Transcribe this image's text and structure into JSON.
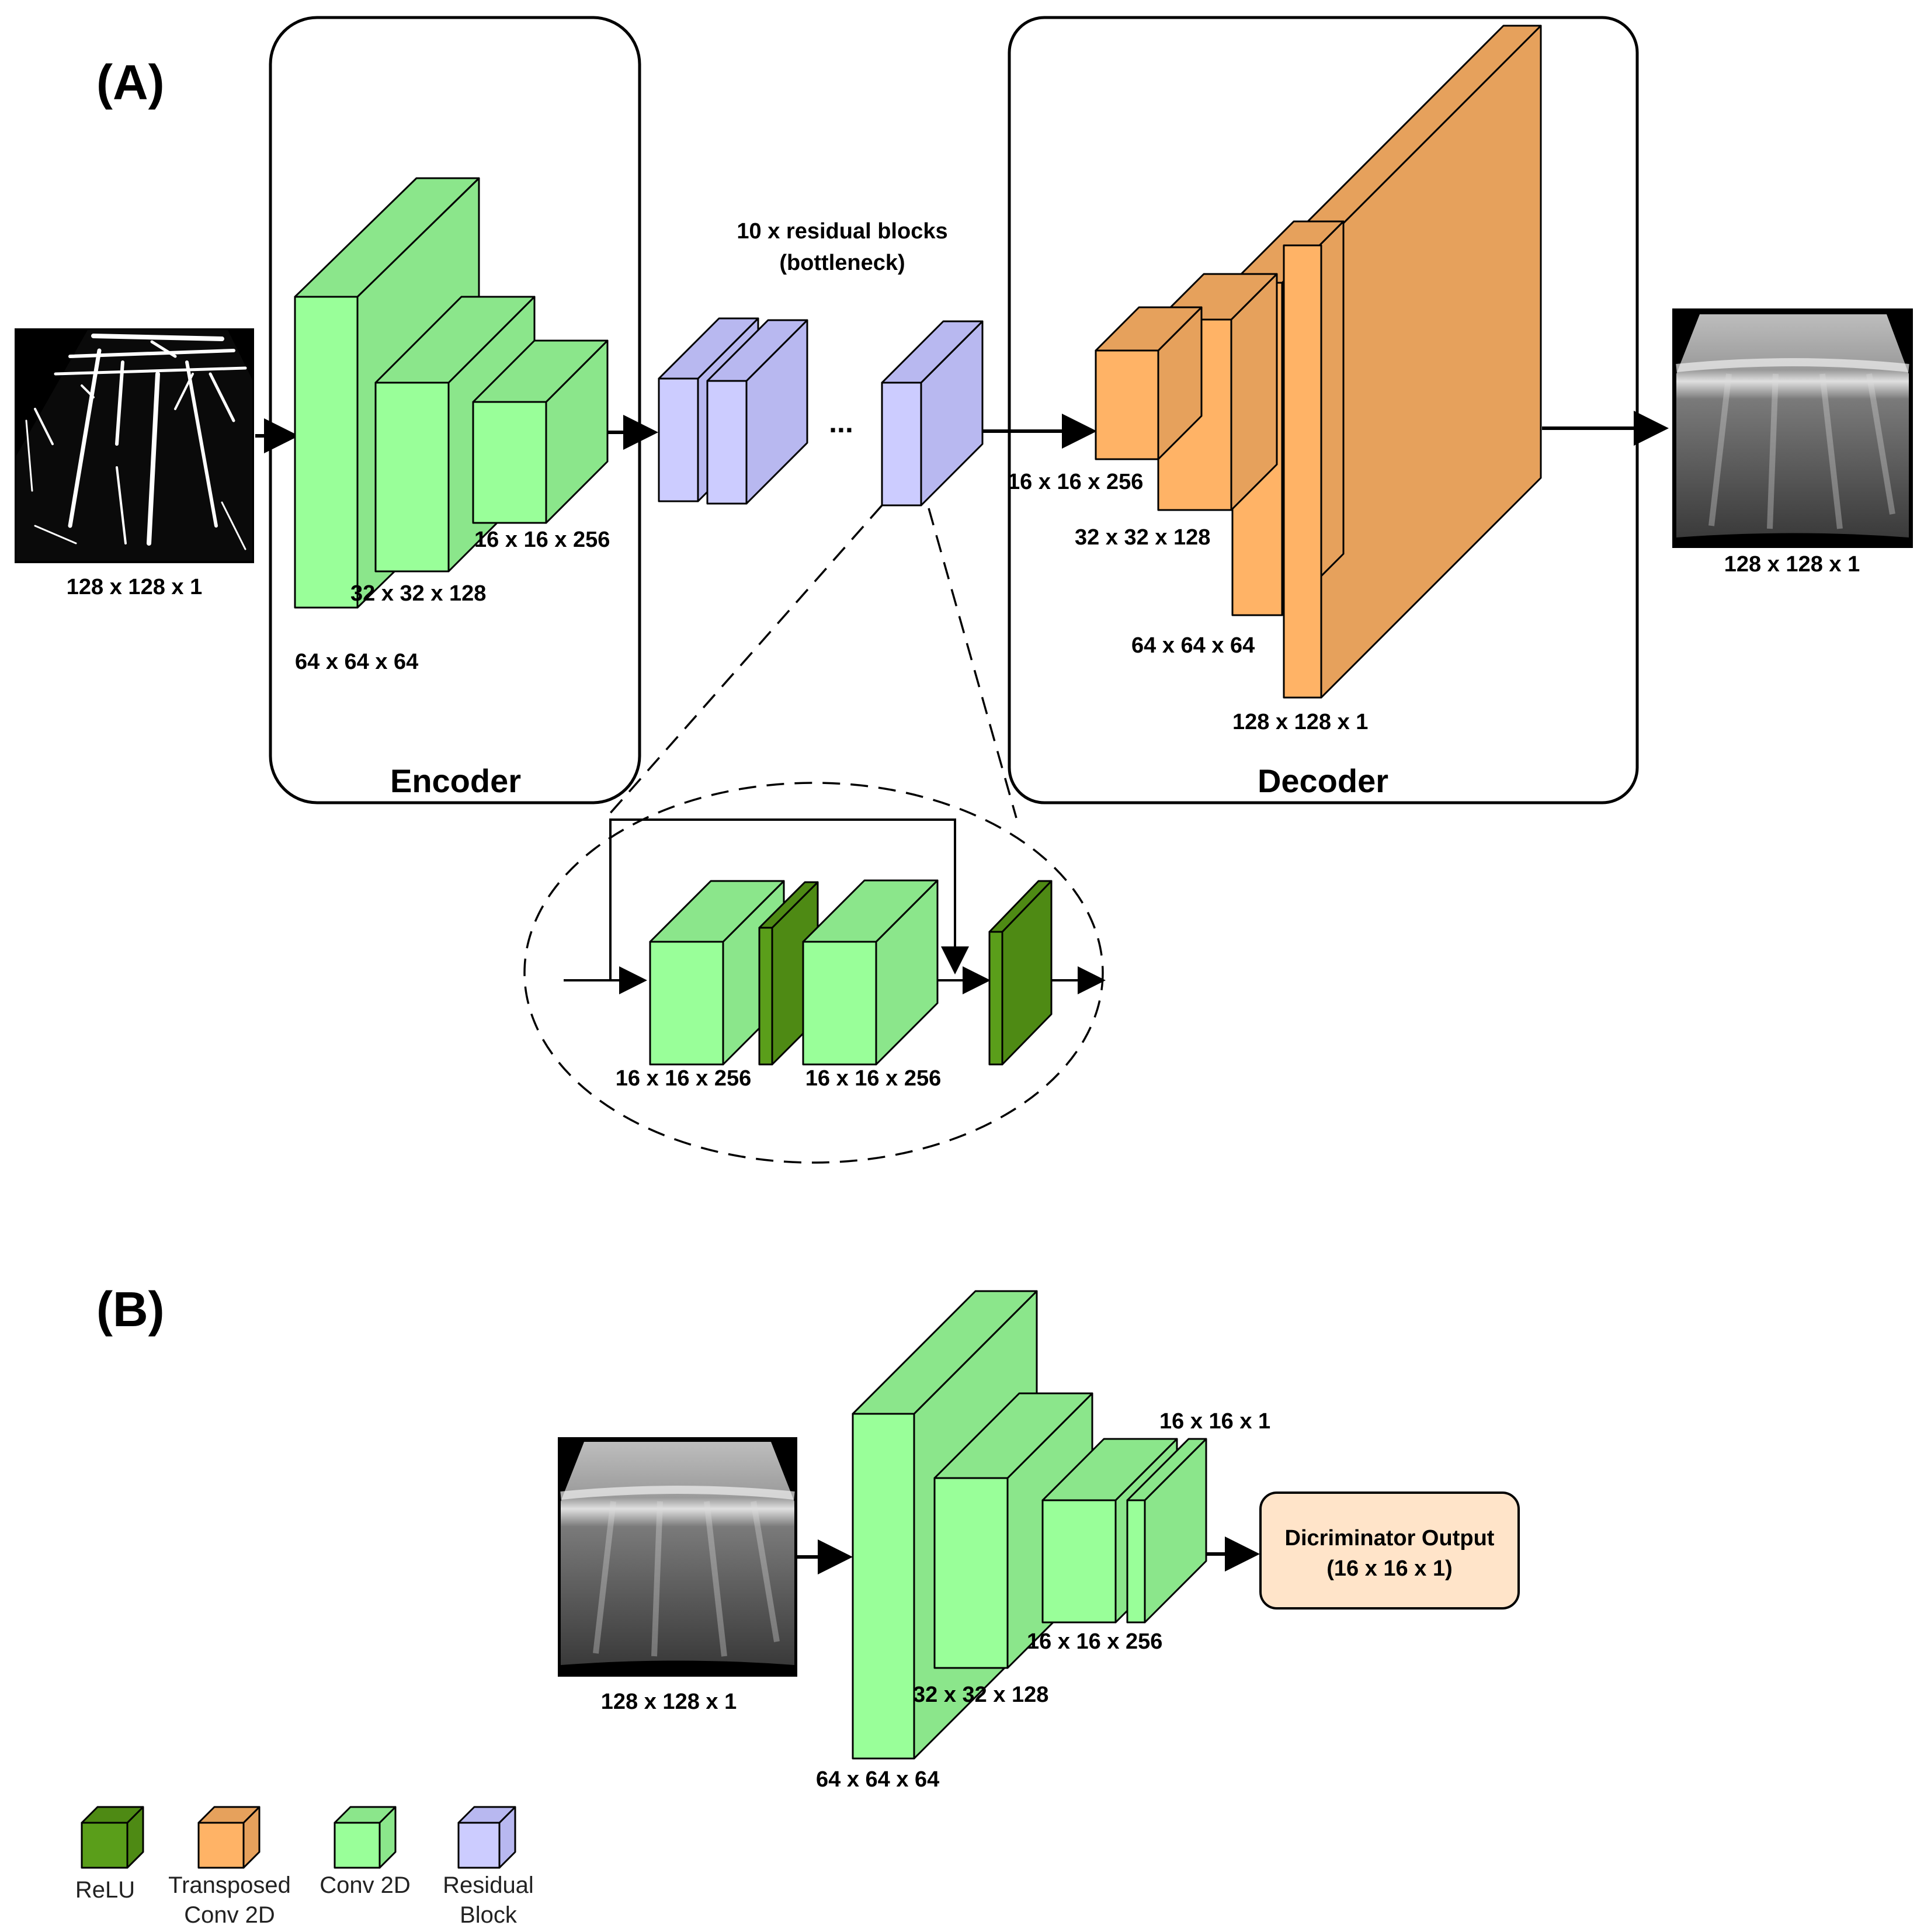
{
  "panels": {
    "a_label": "(A)",
    "b_label": "(B)"
  },
  "colors": {
    "conv2d": "#99FF99",
    "transposed_conv2d": "#FFB366",
    "residual_block": "#CCCCFF",
    "relu": "#5A9E1A",
    "discriminator_output": "#FFE4C9"
  },
  "panel_a": {
    "input_label": "128 x 128 x 1",
    "encoder": {
      "title": "Encoder",
      "layer_labels": [
        "64 x 64 x 64",
        "32 x 32 x 128",
        "16 x 16 x 256"
      ]
    },
    "bottleneck": {
      "title_line1": "10 x residual blocks",
      "title_line2": "(bottleneck)",
      "ellipsis": "..."
    },
    "decoder": {
      "title": "Decoder",
      "layer_labels": [
        "16 x 16 x 256",
        "32 x 32 x 128",
        "64 x 64 x 64",
        "128 x 128 x 1"
      ]
    },
    "output_label": "128 x 128 x 1",
    "residual_detail": {
      "labels": [
        "16 x 16 x 256",
        "16 x 16 x 256"
      ]
    }
  },
  "panel_b": {
    "input_label": "128 x 128 x 1",
    "layer_labels": [
      "64 x 64 x 64",
      "32 x 32 x 128",
      "16 x 16 x 256",
      "16 x 16 x 1"
    ],
    "output_line1": "Dicriminator Output",
    "output_line2": "(16 x 16 x 1)"
  },
  "legend": [
    {
      "name": "relu",
      "line1": "ReLU",
      "line2": "",
      "color": "#5A9E1A"
    },
    {
      "name": "transposed-conv2d",
      "line1": "Transposed",
      "line2": "Conv 2D",
      "color": "#FFB366"
    },
    {
      "name": "conv2d",
      "line1": "Conv 2D",
      "line2": "",
      "color": "#99FF99"
    },
    {
      "name": "residual-block",
      "line1": "Residual",
      "line2": "Block",
      "color": "#CCCCFF"
    }
  ]
}
